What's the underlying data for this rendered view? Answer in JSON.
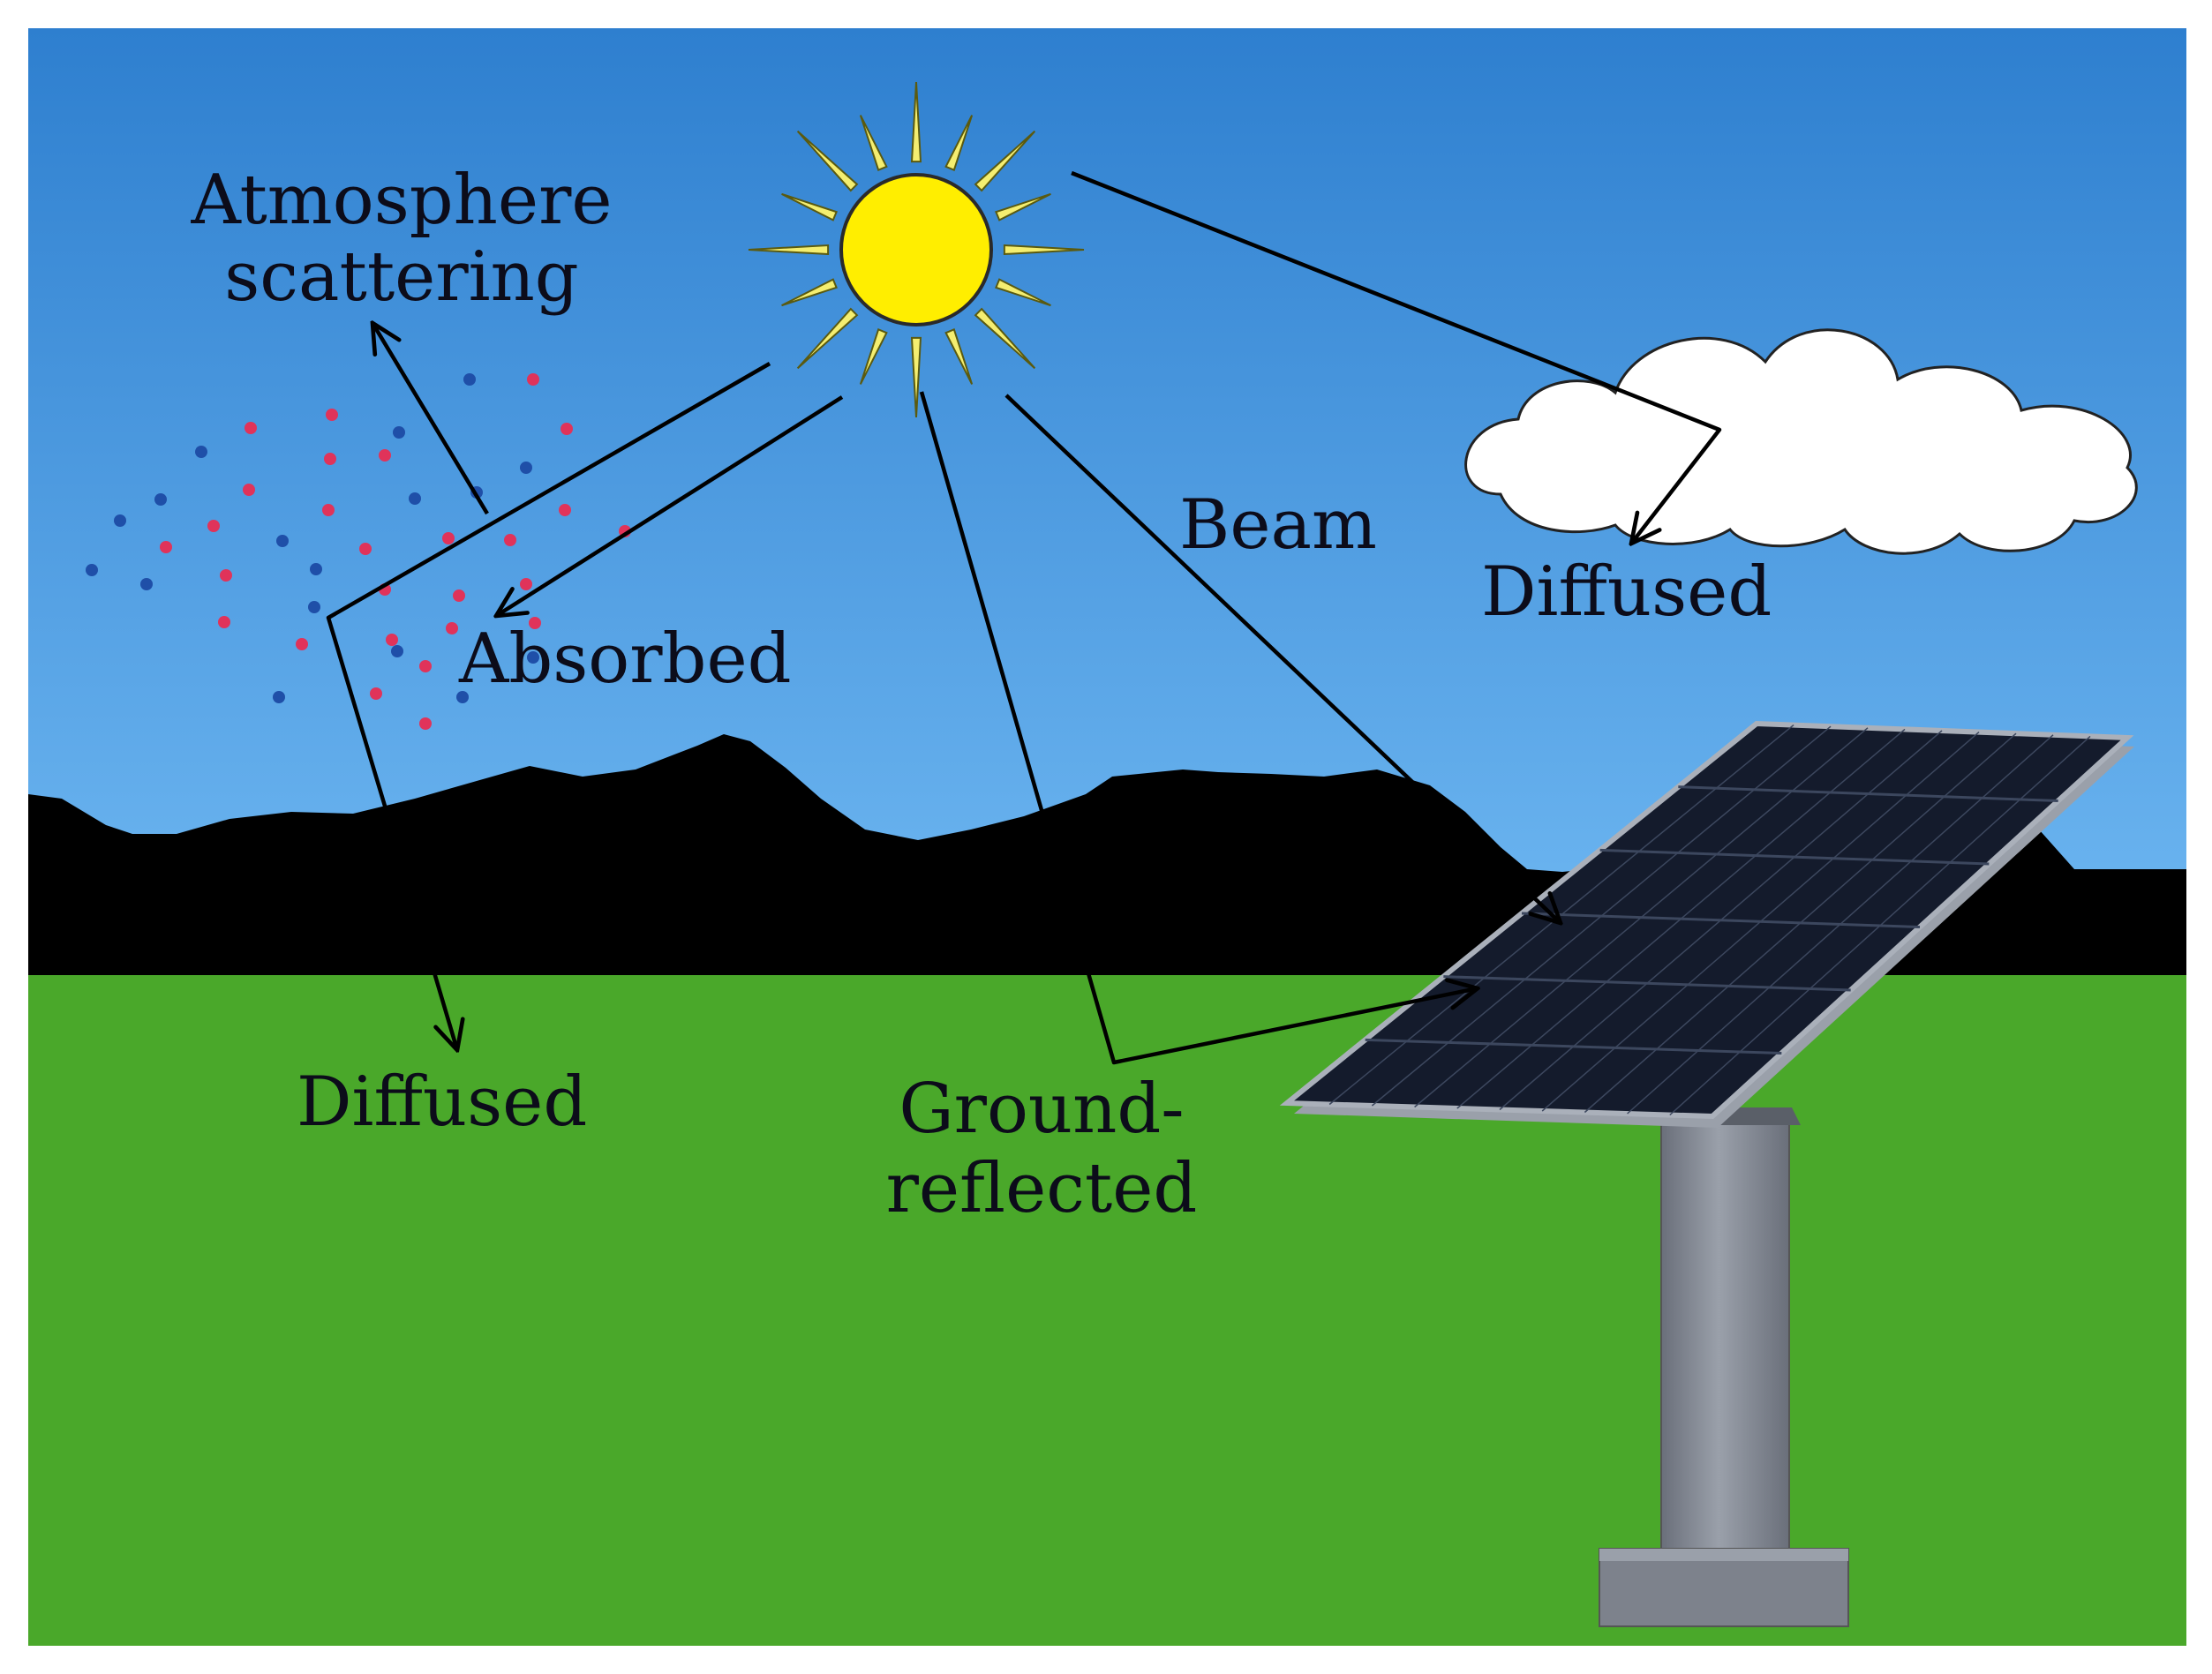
{
  "labels": {
    "atmosphere_line1": "Atmosphere",
    "atmosphere_line2": "scattering",
    "beam": "Beam",
    "absorbed": "Absorbed",
    "diffused_cloud": "Diffused",
    "diffused_ground": "Diffused",
    "ground_line1": "Ground-",
    "ground_line2": "reflected"
  },
  "colors": {
    "sky_top": "#2e7fcf",
    "sky_bottom": "#6fb8f2",
    "ground": "#4aa82a",
    "mountains": "#000000",
    "sun": "#ffee00",
    "sun_rays": "#f4ee70",
    "cloud": "#ffffff",
    "panel": "#141b2c",
    "pole": "#808590",
    "particle_red": "#e0335a",
    "particle_blue": "#1f4fa8",
    "arrow": "#000000"
  },
  "icons": [
    "sun-icon",
    "cloud-icon",
    "solar-panel-icon",
    "mountains-icon"
  ]
}
